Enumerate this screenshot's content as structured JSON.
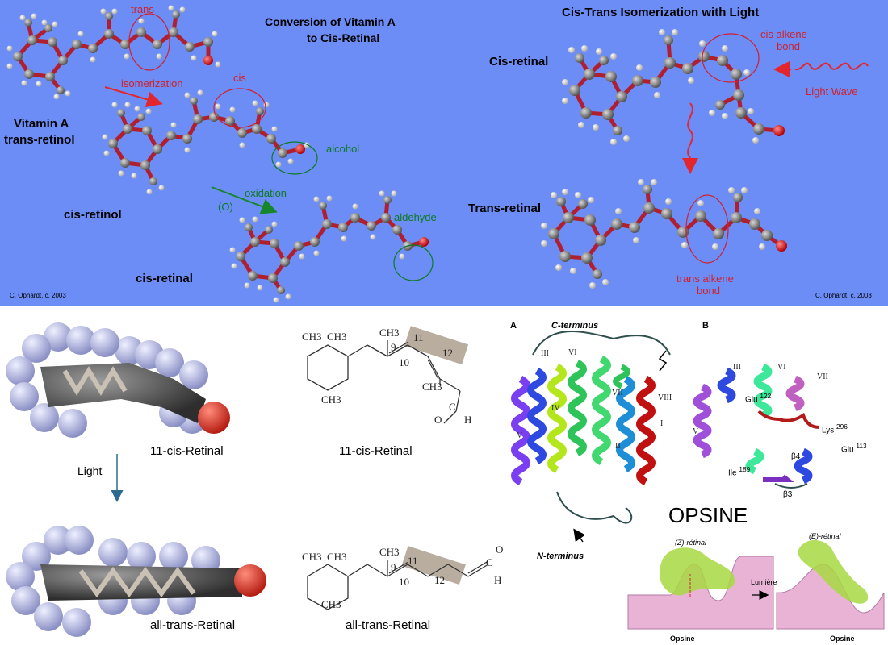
{
  "top": {
    "title_center_line1": "Conversion of Vitamin A",
    "title_center_line2": "to Cis-Retinal",
    "title_right": "Cis-Trans Isomerization with Light",
    "labels": {
      "trans": "trans",
      "isomerization": "isomerization",
      "cis": "cis",
      "vitamin_a_line1": "Vitamin A",
      "vitamin_a_line2": "trans-retinol",
      "alcohol": "alcohol",
      "oxidation": "oxidation",
      "o_label": "(O)",
      "cis_retinol": "cis-retinol",
      "aldehyde": "aldehyde",
      "cis_retinal": "cis-retinal",
      "cis_retinal_right": "Cis-retinal",
      "cis_alkene_bond_line1": "cis alkene",
      "cis_alkene_bond_line2": "bond",
      "light_wave": "Light Wave",
      "trans_retinal": "Trans-retinal",
      "trans_alkene_bond_line1": "trans alkene",
      "trans_alkene_bond_line2": "bond",
      "credit_left": "C. Ophardt, c. 2003",
      "credit_right": "C. Ophardt, c. 2003"
    }
  },
  "bottom": {
    "space_fill_top_label": "11-cis-Retinal",
    "light_label": "Light",
    "space_fill_bottom_label": "all-trans-Retinal",
    "skeletal_top_label": "11-cis-Retinal",
    "skeletal_bottom_label": "all-trans-Retinal",
    "skeletal_top_atoms": [
      "CH3",
      "CH3",
      "CH3",
      "9",
      "11",
      "12",
      "10",
      "CH3",
      "CH3",
      "C",
      "O",
      "H"
    ],
    "skeletal_bottom_atoms": [
      "CH3",
      "CH3",
      "CH3",
      "9",
      "11",
      "12",
      "10",
      "CH3",
      "C",
      "O",
      "H"
    ],
    "protein": {
      "panel_a": "A",
      "panel_b": "B",
      "c_terminus": "C-terminus",
      "n_terminus": "N-terminus",
      "helices_a": [
        "III",
        "VI",
        "VII",
        "VIII",
        "IV",
        "I",
        "V",
        "II"
      ],
      "helices_b": [
        "III",
        "VI",
        "VII",
        "V"
      ],
      "residues": [
        "Glu",
        "122",
        "Lys",
        "296",
        "Glu",
        "113",
        "Ile",
        "189",
        "β4",
        "β3"
      ],
      "opsine": "OPSINE",
      "z_retinal": "(Z)-rétinal",
      "e_retinal": "(E)-rétinal",
      "lumiere": "Lumière",
      "opsine_left": "Opsine",
      "opsine_right": "Opsine"
    }
  },
  "colors": {
    "top_background": "#6c8df5",
    "bond": "#b01f2f",
    "atom_c": "#8a8a8a",
    "atom_h": "#f2f2f2",
    "atom_o": "#e0151c",
    "annotation_red": "#d0202a",
    "annotation_green": "#0c7a23"
  }
}
